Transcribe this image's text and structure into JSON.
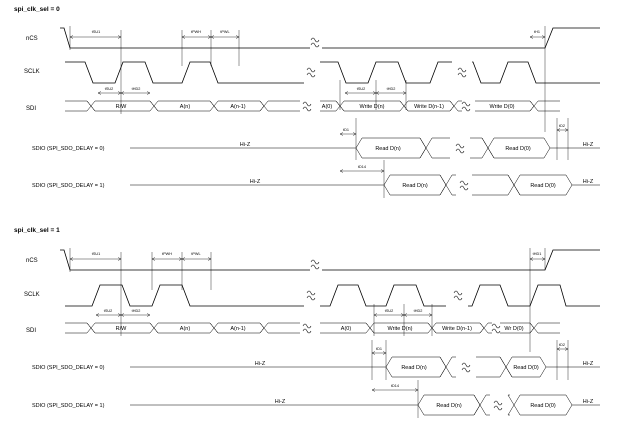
{
  "sections": [
    {
      "title": "spi_clk_sel = 0",
      "signals": {
        "ncs": "nCS",
        "sclk": "SCLK",
        "sdi": "SDI",
        "sdio0": "SDIO (SPI_SDO_DELAY = 0)",
        "sdio1": "SDIO (SPI_SDO_DELAY = 1)"
      },
      "sdi_fields": [
        "R/W",
        "A(n)",
        "A(n-1)",
        "A(0)",
        "Write D(n)",
        "Write D(n-1)",
        "Write D(0)"
      ],
      "sdio0_fields": [
        "Read D(n)",
        "Read D(0)"
      ],
      "sdio1_fields": [
        "Read D(n)",
        "Read D(0)"
      ],
      "hiz": "Hi-Z",
      "timing": {
        "ncs_setup": "tSU1",
        "ncs_hold": "tH1",
        "sclk_high": "tPWH",
        "sclk_low": "tPWL",
        "sdi_setup_1": "tSU2",
        "sdi_hold_1": "tHD2",
        "sdi_setup_2": "tSU2",
        "sdi_hold_2": "tHD2",
        "out_delay_0": "tD1",
        "out_delay_1": "tD14",
        "out_dis": "tD2"
      }
    },
    {
      "title": "spi_clk_sel = 1",
      "signals": {
        "ncs": "nCS",
        "sclk": "SCLK",
        "sdi": "SDI",
        "sdio0": "SDIO (SPI_SDO_DELAY = 0)",
        "sdio1": "SDIO (SPI_SDO_DELAY = 1)"
      },
      "sdi_fields": [
        "R/W",
        "A(n)",
        "A(n-1)",
        "A(0)",
        "Write D(n)",
        "Write D(n-1)",
        "Wr D(0)"
      ],
      "sdio0_fields": [
        "Read D(n)",
        "Read D(0)"
      ],
      "sdio1_fields": [
        "Read D(n)",
        "Read D(0)"
      ],
      "hiz": "Hi-Z",
      "timing": {
        "ncs_setup": "tSU1",
        "ncs_hold": "tHD1",
        "sclk_high": "tPWH",
        "sclk_low": "tPWL",
        "sdi_setup_1": "tSU2",
        "sdi_hold_1": "tHD2",
        "sdi_setup_2": "tSU2",
        "sdi_hold_2": "tHD2",
        "out_delay_0": "tD1",
        "out_delay_1": "tD14",
        "out_dis": "tD2"
      }
    }
  ]
}
